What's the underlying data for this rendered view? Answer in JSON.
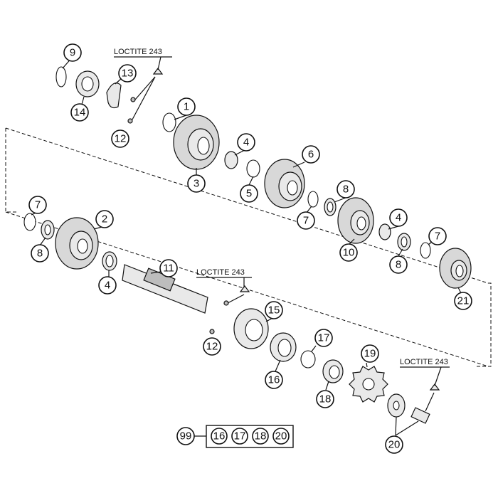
{
  "loctite_labels": [
    "LOCTITE 243",
    "LOCTITE 243",
    "LOCTITE 243"
  ],
  "callouts": [
    "9",
    "13",
    "14",
    "12",
    "1",
    "3",
    "4",
    "5",
    "6",
    "7",
    "8",
    "7",
    "8",
    "2",
    "4",
    "10",
    "11",
    "4",
    "8",
    "7",
    "21",
    "12",
    "15",
    "16",
    "17",
    "18",
    "19",
    "20"
  ],
  "kit": {
    "main": "99",
    "items": [
      "16",
      "17",
      "18",
      "20"
    ]
  }
}
